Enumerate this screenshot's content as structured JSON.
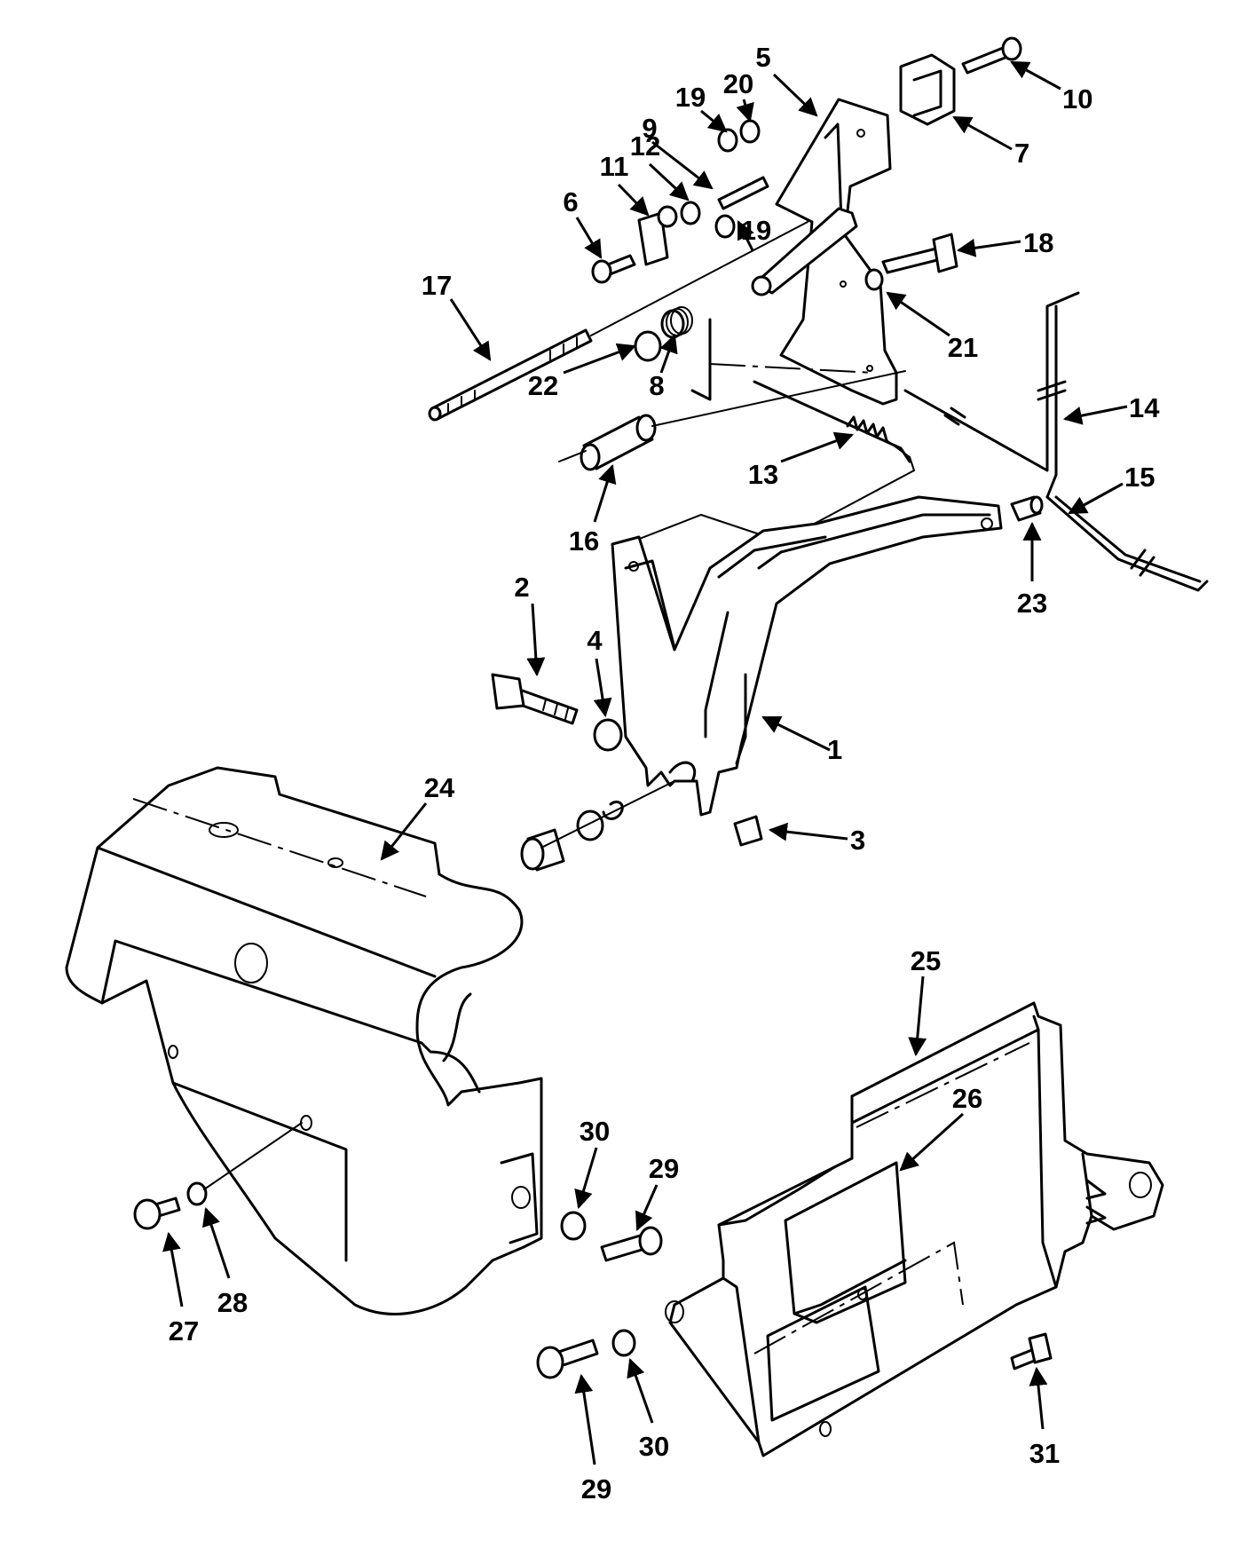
{
  "callouts": [
    {
      "id": "c1",
      "label": "1"
    },
    {
      "id": "c2",
      "label": "2"
    },
    {
      "id": "c3",
      "label": "3"
    },
    {
      "id": "c4",
      "label": "4"
    },
    {
      "id": "c5",
      "label": "5"
    },
    {
      "id": "c6",
      "label": "6"
    },
    {
      "id": "c7",
      "label": "7"
    },
    {
      "id": "c8",
      "label": "8"
    },
    {
      "id": "c9",
      "label": "9"
    },
    {
      "id": "c10",
      "label": "10"
    },
    {
      "id": "c11",
      "label": "11"
    },
    {
      "id": "c12",
      "label": "12"
    },
    {
      "id": "c13",
      "label": "13"
    },
    {
      "id": "c14",
      "label": "14"
    },
    {
      "id": "c15",
      "label": "15"
    },
    {
      "id": "c16",
      "label": "16"
    },
    {
      "id": "c17",
      "label": "17"
    },
    {
      "id": "c18",
      "label": "18"
    },
    {
      "id": "c19a",
      "label": "19"
    },
    {
      "id": "c19b",
      "label": "19"
    },
    {
      "id": "c20",
      "label": "20"
    },
    {
      "id": "c21",
      "label": "21"
    },
    {
      "id": "c22",
      "label": "22"
    },
    {
      "id": "c23",
      "label": "23"
    },
    {
      "id": "c24",
      "label": "24"
    },
    {
      "id": "c25",
      "label": "25"
    },
    {
      "id": "c26",
      "label": "26"
    },
    {
      "id": "c27",
      "label": "27"
    },
    {
      "id": "c28",
      "label": "28"
    },
    {
      "id": "c29a",
      "label": "29"
    },
    {
      "id": "c29b",
      "label": "29"
    },
    {
      "id": "c30a",
      "label": "30"
    },
    {
      "id": "c30b",
      "label": "30"
    },
    {
      "id": "c31",
      "label": "31"
    }
  ]
}
